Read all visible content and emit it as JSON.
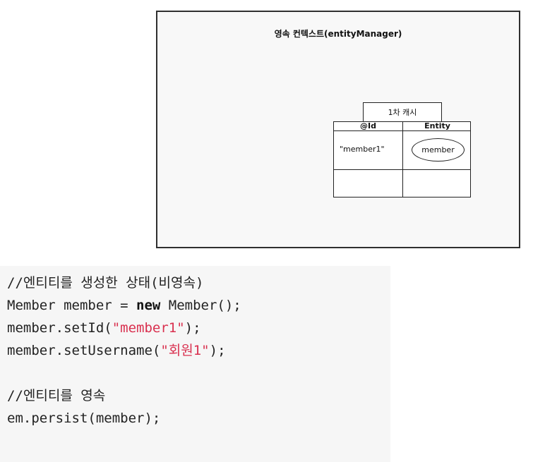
{
  "diagram": {
    "title": "영속 컨텍스트(entityManager)",
    "cache_label": "1차 캐시",
    "table": {
      "col_id": "@Id",
      "col_entity": "Entity",
      "row_id": "\"member1\"",
      "row_entity": "member"
    }
  },
  "code": {
    "comment1": "//엔티티를 생성한 상태(비영속)",
    "l2_pre": "Member member = ",
    "l2_kw": "new",
    "l2_post": " Member();",
    "l3_pre": "member.setId(",
    "l3_str": "\"member1\"",
    "l3_post": ");",
    "l4_pre": "member.setUsername(",
    "l4_str": "\"회원1\"",
    "l4_post": ");",
    "comment2": "//엔티티를 영속",
    "l7": "em.persist(member);"
  },
  "colors": {
    "string": "#d9304f",
    "code_bg": "#f6f6f6",
    "diagram_bg": "#f8f8f8"
  }
}
